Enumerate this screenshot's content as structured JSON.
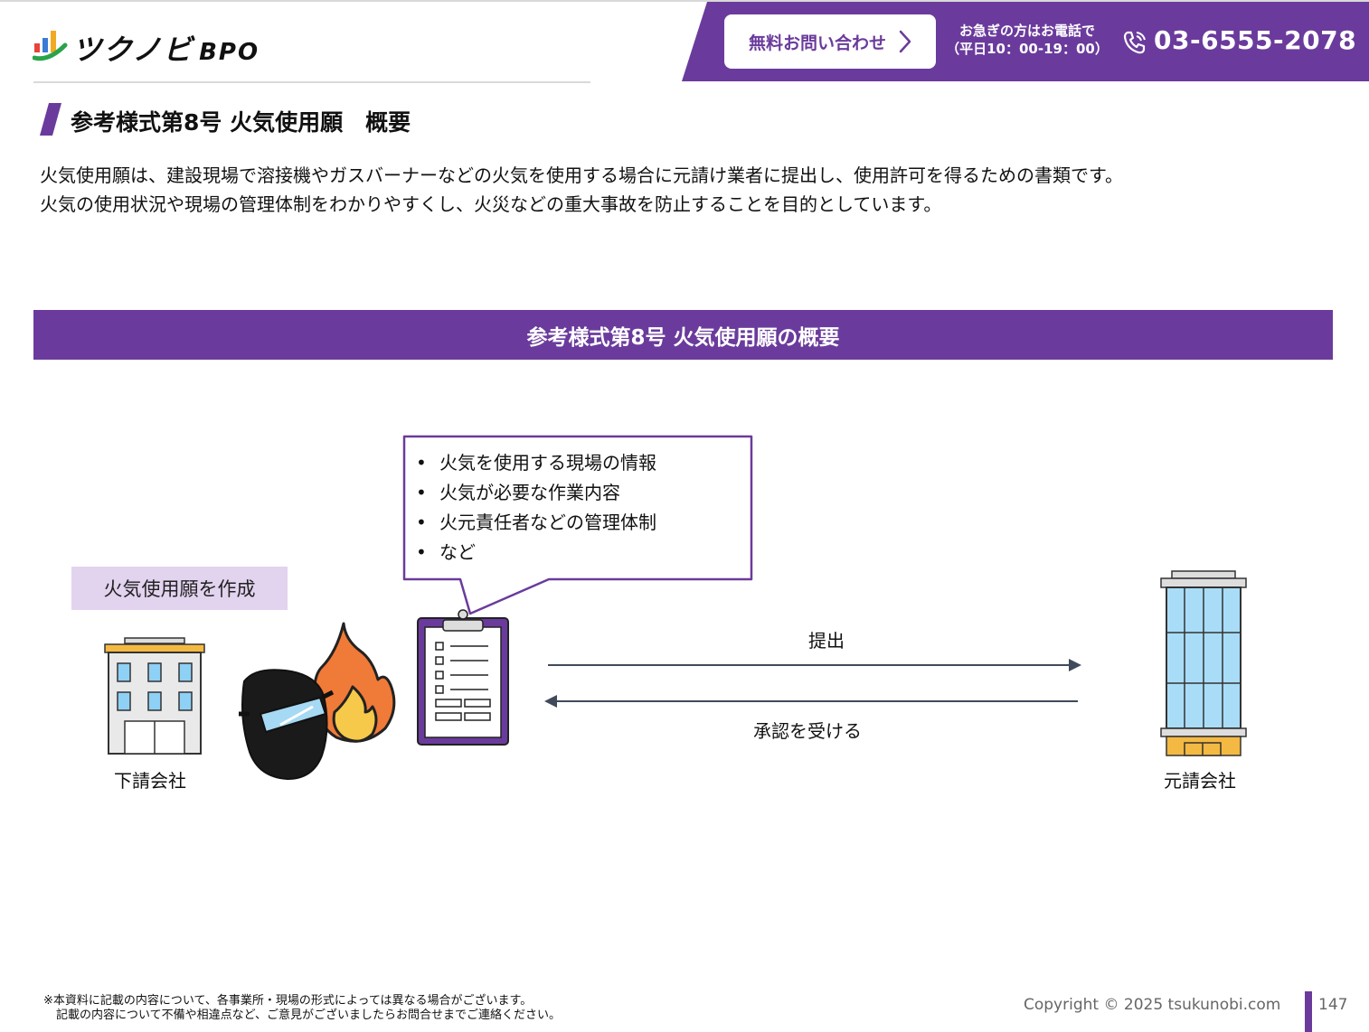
{
  "brand": {
    "logo_text": "ツクノビ",
    "logo_suffix": "BPO",
    "accent_color": "#6a3b9c"
  },
  "header": {
    "contact_button_label": "無料お問い合わせ",
    "urgent_line1": "お急ぎの方はお電話で",
    "urgent_line2": "（平日10：00-19：00）",
    "phone_number": "03-6555-2078"
  },
  "section": {
    "heading": "参考様式第8号 火気使用願　概要",
    "intro_lines": [
      "火気使用願は、建設現場で溶接機やガスバーナーなどの火気を使用する場合に元請け業者に提出し、使用許可を得るための書類です。",
      "火気の使用状況や現場の管理体制をわかりやすくし、火災などの重大事故を防止することを目的としています。"
    ]
  },
  "diagram": {
    "title": "参考様式第8号 火気使用願の概要",
    "callout_items": [
      "火気を使用する現場の情報",
      "火気が必要な作業内容",
      "火元責任者などの管理体制",
      "など"
    ],
    "create_label": "火気使用願を作成",
    "subcontractor_label": "下請会社",
    "prime_contractor_label": "元請会社",
    "submit_label": "提出",
    "approval_label": "承認を受ける"
  },
  "footer": {
    "note_line1": "※本資料に記載の内容について、各事業所・現場の形式によっては異なる場合がございます。",
    "note_line2": "記載の内容について不備や相違点など、ご意見がございましたらお問合せまでご連絡ください。",
    "copyright": "Copyright © 2025 tsukunobi.com",
    "page_number": "147"
  }
}
